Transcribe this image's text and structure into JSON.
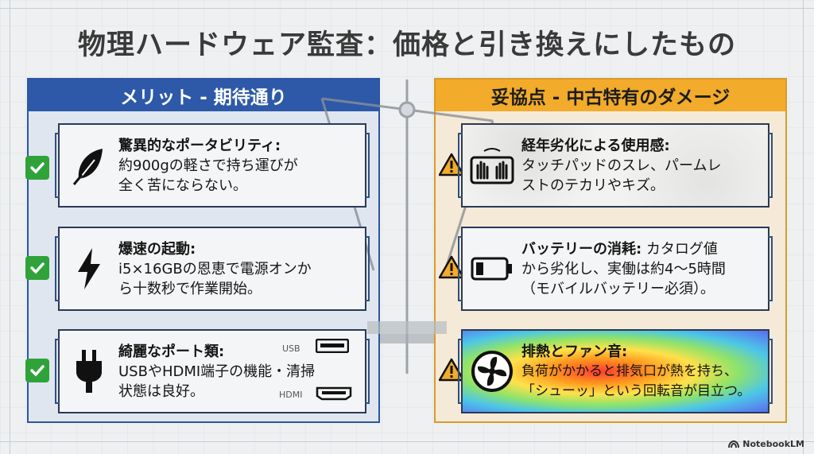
{
  "title": "物理ハードウェア監査：価格と引き換えにしたもの",
  "left_panel": {
    "header": "メリット - 期待通り",
    "cards": [
      {
        "heading": "驚異的なポータビリティ:",
        "line1": "約900gの軽さで持ち運びが",
        "line2": "全く苦にならない。",
        "icon": "feather-icon"
      },
      {
        "heading": "爆速の起動:",
        "line1": "i5×16GBの恩恵で電源オンか",
        "line2": "ら十数秒で作業開始。",
        "icon": "lightning-icon"
      },
      {
        "heading": "綺麗なポート類:",
        "line1": "USBやHDMI端子の機能・清掃",
        "line2": "状態は良好。",
        "icon": "plug-icon",
        "port_usb": "USB",
        "port_hdmi": "HDMI"
      }
    ]
  },
  "right_panel": {
    "header": "妥協点 - 中古特有のダメージ",
    "cards": [
      {
        "heading": "経年劣化による使用感:",
        "line1": "タッチパッドのスレ、パームレ",
        "line2": "ストのテカリやキズ。",
        "icon": "hands-on-touchpad-icon"
      },
      {
        "heading": "バッテリーの消耗:",
        "inline": " カタログ値",
        "line1": "から劣化し、実働は約4〜5時間",
        "line2": "（モバイルバッテリー必須）。",
        "icon": "battery-low-icon"
      },
      {
        "heading": "排熱とファン音:",
        "line1": "負荷がかかると排気口が熱を持ち、",
        "line2": "「シューッ」という回転音が目立つ。",
        "icon": "fan-icon"
      }
    ]
  },
  "brand": "NotebookLM",
  "colors": {
    "left_accent": "#2d59a8",
    "right_accent": "#f2ab2a",
    "check": "#2fa33a",
    "warn": "#f2ab2a"
  }
}
